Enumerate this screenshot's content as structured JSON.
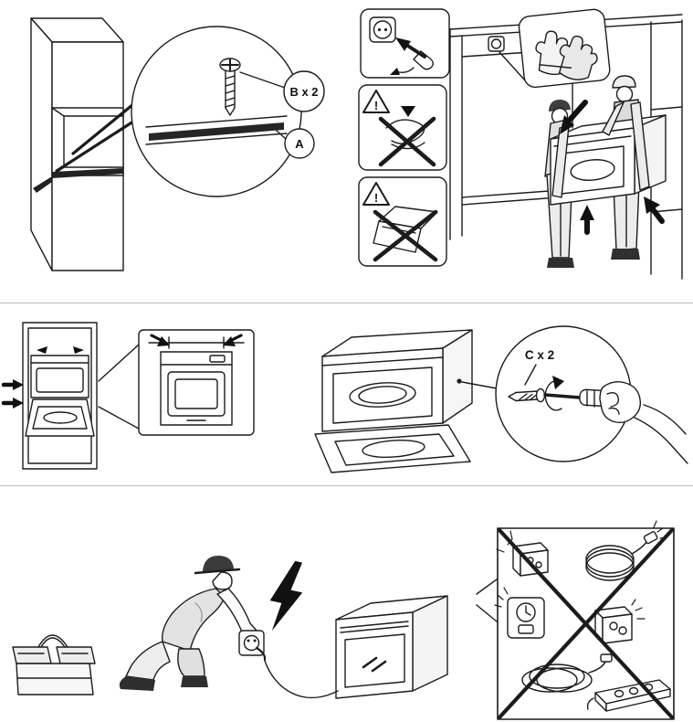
{
  "callouts": {
    "screw_b": "B x 2",
    "rail_a": "A",
    "screw_c": "C x 2"
  },
  "warnings": {
    "exclamation": "!"
  },
  "colors": {
    "line": "#1c1c1c",
    "accent_dark": "#111111",
    "shade_light": "#ededed",
    "divider": "#bdbdbd",
    "background": "#ffffff"
  }
}
